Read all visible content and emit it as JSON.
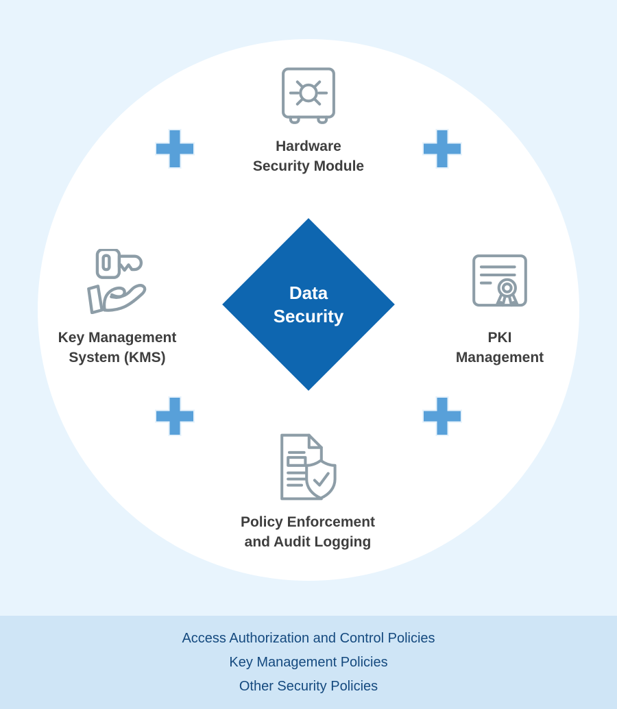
{
  "center_diamond": {
    "line1": "Data",
    "line2": "Security"
  },
  "nodes": {
    "hsm": {
      "icon": "safe-vault-icon",
      "line1": "Hardware",
      "line2": "Security Module"
    },
    "kms": {
      "icon": "key-in-hand-icon",
      "line1": "Key Management",
      "line2": "System (KMS)"
    },
    "pki": {
      "icon": "certificate-icon",
      "line1": "PKI",
      "line2": "Management"
    },
    "policy": {
      "icon": "document-shield-check-icon",
      "line1": "Policy Enforcement",
      "line2": "and Audit Logging"
    }
  },
  "plus_symbol": "+",
  "footer": {
    "items": [
      "Access Authorization and Control Policies",
      "Key Management Policies",
      "Other Security Policies"
    ]
  },
  "colors": {
    "background": "#e8f4fd",
    "band_background": "#cfe5f6",
    "circle": "#ffffff",
    "diamond": "#0e66b0",
    "diamond_text": "#ffffff",
    "plus": "#58a0d9",
    "plus_border": "#e6f2fb",
    "icon_stroke": "#8d9da7",
    "label_text": "#3e3e3e",
    "footer_text": "#14497e"
  }
}
